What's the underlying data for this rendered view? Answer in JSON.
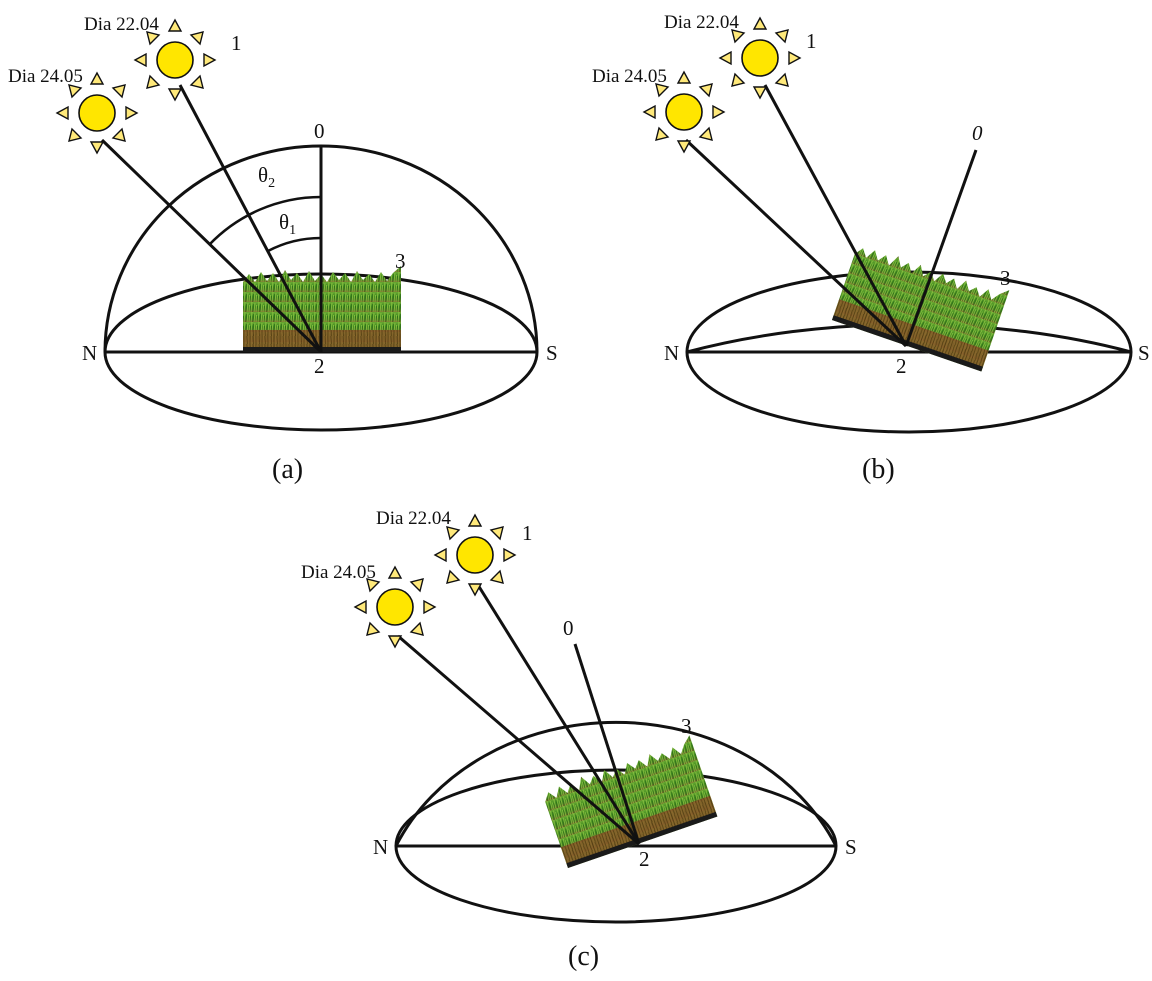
{
  "panels": [
    {
      "caption": "(a)",
      "sun_late_label": "Dia 22.04",
      "sun_early_label": "Dia 24.05",
      "sun_marker": "1",
      "normal_label": "0",
      "site_label": "2",
      "canopy_label": "3",
      "north_label": "N",
      "south_label": "S",
      "theta1": "θ",
      "theta1_sub": "1",
      "theta2": "θ",
      "theta2_sub": "2"
    },
    {
      "caption": "(b)",
      "sun_late_label": "Dia 22.04",
      "sun_early_label": "Dia 24.05",
      "sun_marker": "1",
      "normal_label": "0",
      "site_label": "2",
      "canopy_label": "3",
      "north_label": "N",
      "south_label": "S"
    },
    {
      "caption": "(c)",
      "sun_late_label": "Dia 22.04",
      "sun_early_label": "Dia 24.05",
      "sun_marker": "1",
      "normal_label": "0",
      "site_label": "2",
      "canopy_label": "3",
      "north_label": "N",
      "south_label": "S"
    }
  ],
  "colors": {
    "sun_fill": "#ffe600",
    "sun_ray_fill": "#ffe97a",
    "canopy_green": "#3d8a1e",
    "canopy_light": "#8fc43a",
    "soil_brown": "#8a5a2a"
  },
  "icons": [
    "sun-icon",
    "canopy-icon"
  ]
}
